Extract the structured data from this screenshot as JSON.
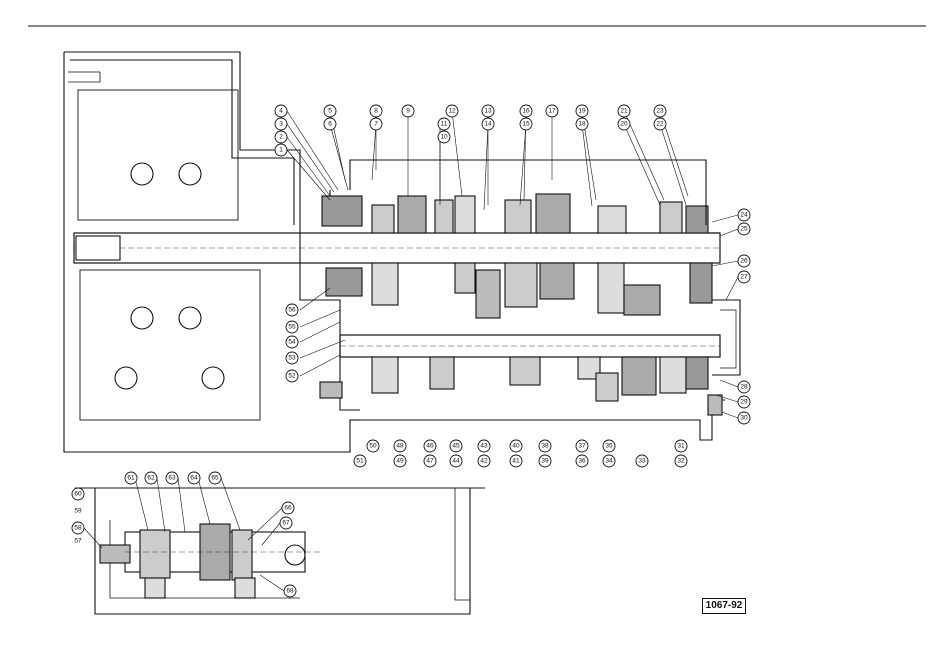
{
  "figure_ref": "1067-92",
  "callouts_main": [
    "1",
    "2",
    "3",
    "4",
    "5",
    "6",
    "7",
    "8",
    "9",
    "10",
    "11",
    "12",
    "13",
    "14",
    "15",
    "16",
    "17",
    "18",
    "19",
    "20",
    "21",
    "22",
    "23",
    "24",
    "25",
    "26",
    "27",
    "28",
    "29",
    "30",
    "31",
    "32",
    "33",
    "34",
    "35",
    "36",
    "37",
    "38",
    "39",
    "40",
    "41",
    "42",
    "43",
    "44",
    "45",
    "46",
    "47",
    "48",
    "49",
    "50",
    "51",
    "52",
    "53",
    "54",
    "55",
    "56"
  ],
  "callouts_inset": [
    "57",
    "58",
    "59",
    "60",
    "61",
    "62",
    "63",
    "64",
    "65",
    "66",
    "67",
    "68"
  ]
}
